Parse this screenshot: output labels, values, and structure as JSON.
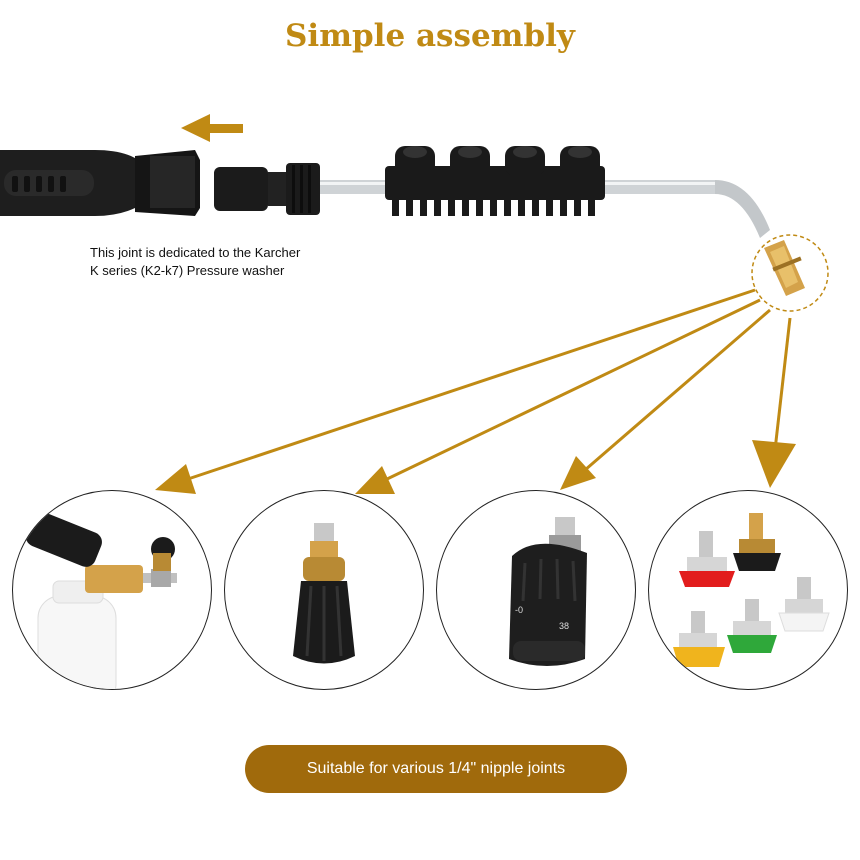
{
  "title": "Simple assembly",
  "joint_note": {
    "line1": "This joint is dedicated to the Karcher",
    "line2": "K series  (K2-k7) Pressure washer"
  },
  "footer": "Suitable for various 1/4\" nipple joints",
  "turbo_nozzle_marks": [
    "-0",
    "38"
  ],
  "colors": {
    "accent": "#c08a14",
    "pill": "#a06a0c",
    "brass": "#d4a24a",
    "black": "#1b1b1b",
    "steel": "#cfd3d6"
  },
  "icons": {
    "direction_arrow": "left-arrow-icon",
    "pointer_arrows": "arrow-icon"
  }
}
